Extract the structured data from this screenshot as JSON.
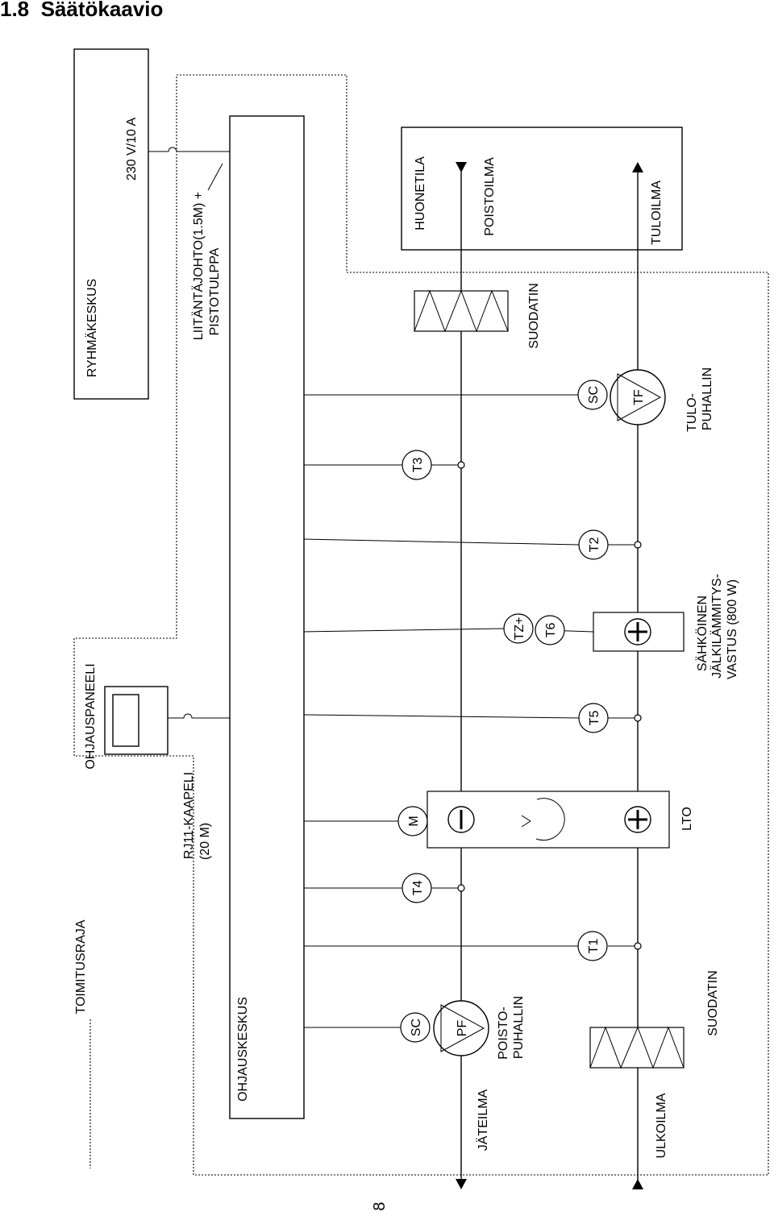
{
  "page_title": "1.8  Säätökaavio",
  "page_number": "8",
  "blocks": {
    "ryhmakeskus": "RYHMÄKESKUS",
    "supply": "230 V/10 A",
    "connection_cable_line1": "LIITÄNTÄJOHTO(1.5M) +",
    "connection_cable_line2": "PISTOTULPPA",
    "ohjauspaneeli": "OHJAUSPANEELI",
    "rj11_line1": "RJ11-KAAPELI",
    "rj11_line2": "(20 M)",
    "toimitusraja": "TOIMITUSRAJA",
    "ohjauskeskus": "OHJAUSKESKUS",
    "huonetila": "HUONETILA",
    "poistoilma": "POISTOILMA",
    "tuloilma": "TULOILMA",
    "jateilma": "JÄTEILMA",
    "ulkoilma": "ULKOILMA",
    "lto": "LTO",
    "suodatin_room": "SUODATIN",
    "suodatin_outdoor": "SUODATIN",
    "tulopuhallin_line1": "TULO-",
    "tulopuhallin_line2": "PUHALLIN",
    "poistopuhallin_line1": "POISTO-",
    "poistopuhallin_line2": "PUHALLIN",
    "heater_line1": "SÄHKÖINEN",
    "heater_line2": "JÄLKILÄMMITYS-",
    "heater_line3": "VASTUS (800 W)"
  },
  "sensors": {
    "t1": "T1",
    "t2": "T2",
    "t3": "T3",
    "t4": "T4",
    "t5": "T5",
    "t6": "T6",
    "tz": "TZ+",
    "m": "M",
    "sc_supply": "SC",
    "sc_exhaust": "SC",
    "tf": "TF",
    "pf": "PF"
  }
}
